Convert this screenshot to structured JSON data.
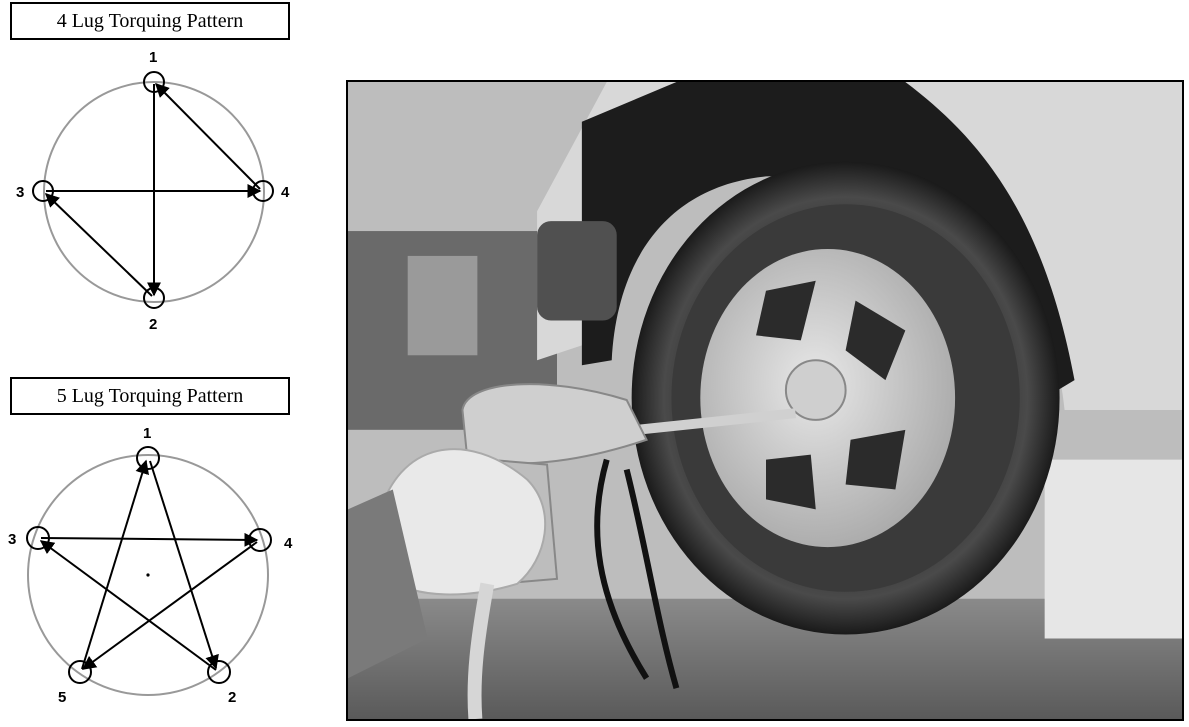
{
  "four_lug": {
    "title": "4 Lug Torquing Pattern",
    "labels": [
      "1",
      "2",
      "3",
      "4"
    ]
  },
  "five_lug": {
    "title": "5 Lug Torquing Pattern",
    "labels": [
      "1",
      "2",
      "3",
      "4",
      "5"
    ]
  },
  "photo": {
    "subject": "impact wrench tightening lug nuts on car wheel"
  }
}
